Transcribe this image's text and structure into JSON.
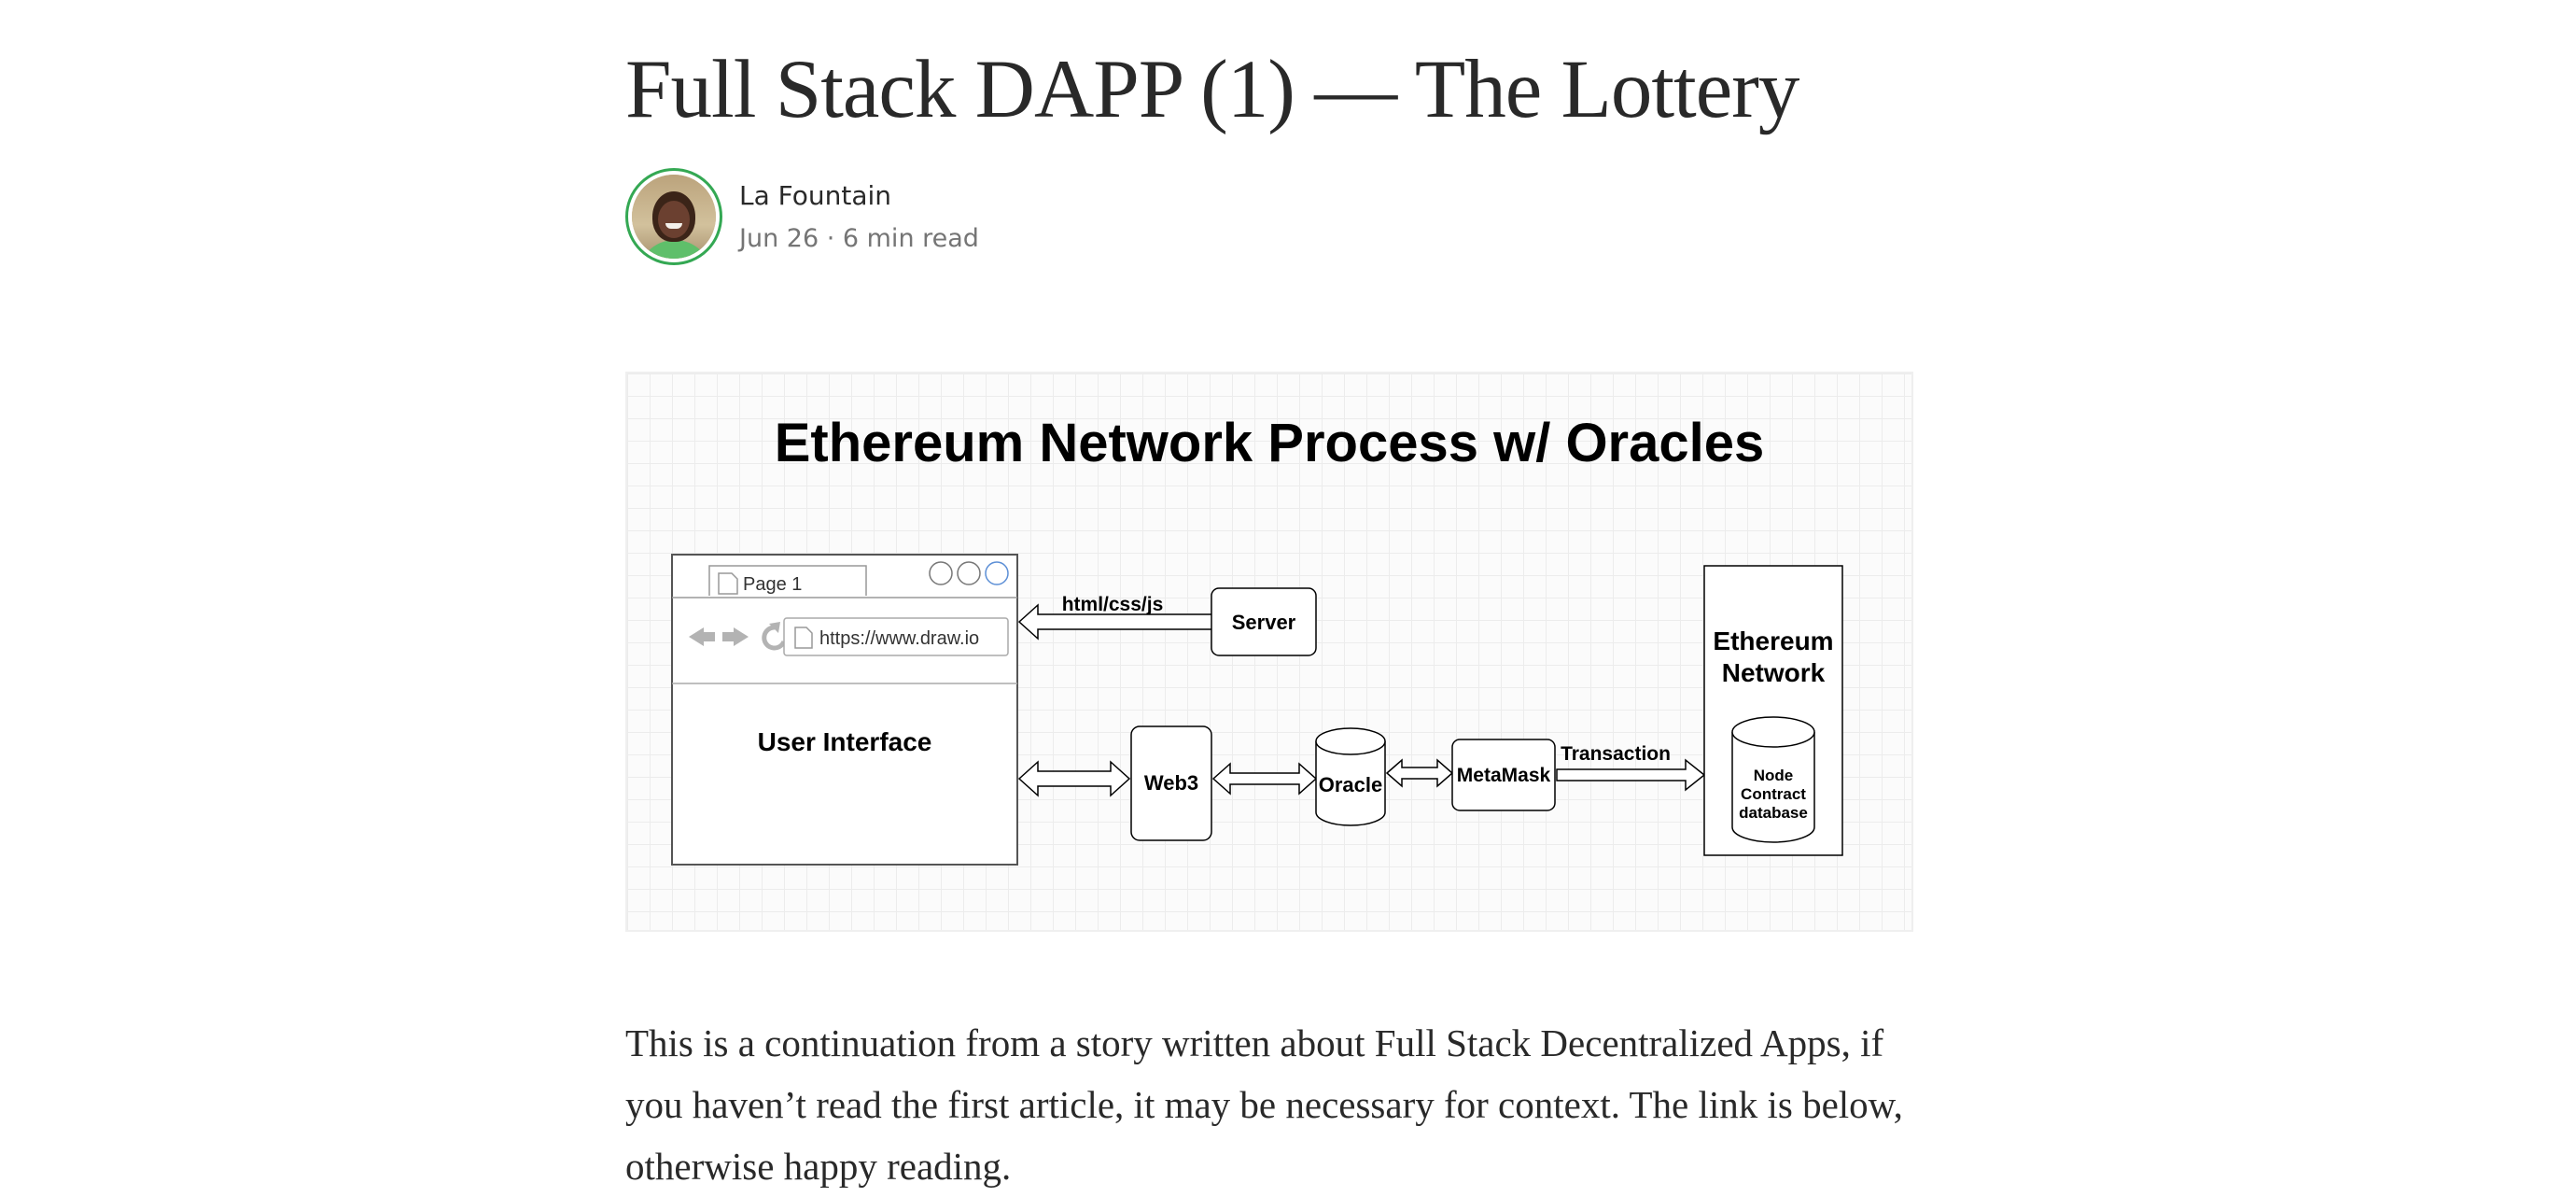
{
  "article": {
    "title": "Full Stack DAPP (1) — The Lottery",
    "author": "La Fountain",
    "meta": "Jun 26 · 6 min read",
    "body": "This is a continuation from a story written about Full Stack Decentralized Apps, if you haven’t read the first article, it may be necessary for context. The link is below, otherwise happy reading."
  },
  "diagram": {
    "title": "Ethereum Network Process w/ Oracles",
    "browser_tab": "Page 1",
    "browser_url": "https://www.draw.io",
    "ui_label": "User Interface",
    "arrow_top_label": "html/css/js",
    "server": "Server",
    "web3": "Web3",
    "oracle": "Oracle",
    "metamask": "MetaMask",
    "transaction": "Transaction",
    "eth_line1": "Ethereum",
    "eth_line2": "Network",
    "db_line1": "Node",
    "db_line2": "Contract",
    "db_line3": "database"
  }
}
